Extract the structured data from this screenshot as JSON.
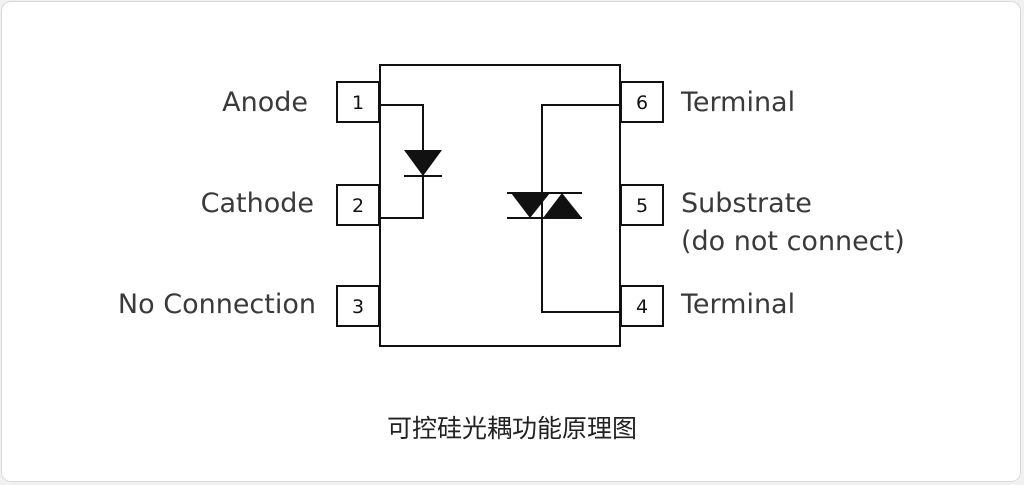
{
  "pins": {
    "p1": {
      "number": "1",
      "label": "Anode"
    },
    "p2": {
      "number": "2",
      "label": "Cathode"
    },
    "p3": {
      "number": "3",
      "label": "No Connection"
    },
    "p4": {
      "number": "4",
      "label": "Terminal"
    },
    "p5": {
      "number": "5",
      "label": "Substrate",
      "label2": "(do not connect)"
    },
    "p6": {
      "number": "6",
      "label": "Terminal"
    }
  },
  "caption": "可控硅光耦功能原理图"
}
